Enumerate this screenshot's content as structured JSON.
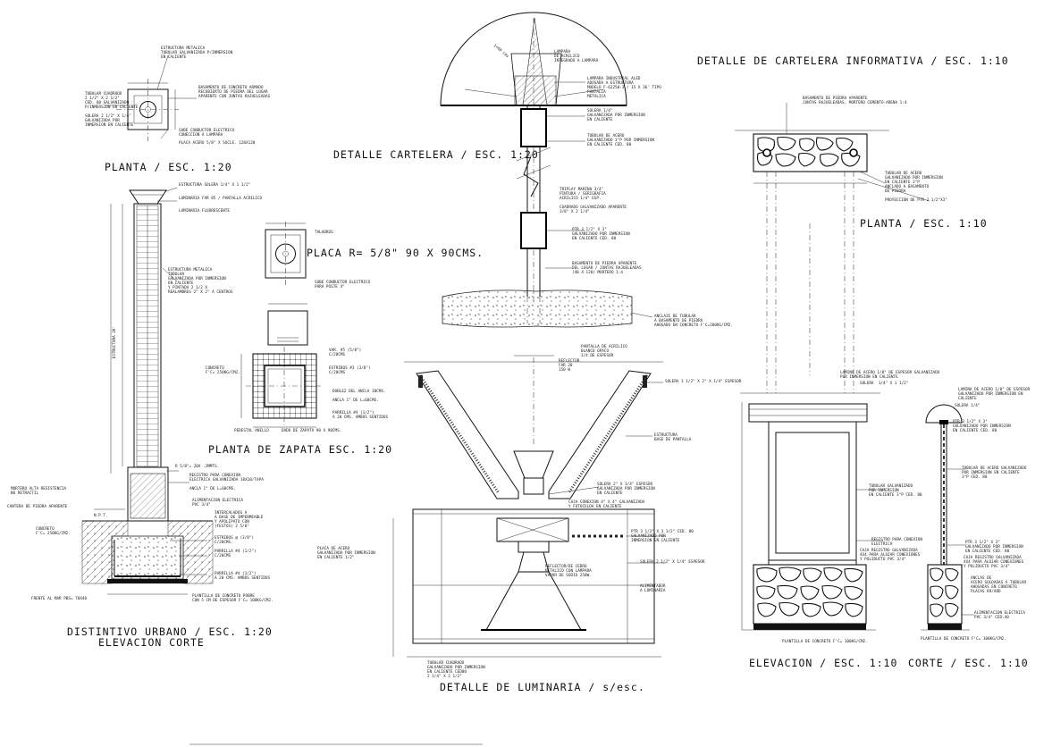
{
  "titles": {
    "planta_distintivo": "PLANTA / ESC. 1:20",
    "distintivo_line1": "DISTINTIVO URBANO / ESC.  1:20",
    "distintivo_line2": "ELEVACION CORTE",
    "placa": "PLACA R= 5/8\" 90 X 90CMS.",
    "planta_zapata": "PLANTA DE ZAPATA ESC. 1:20",
    "detalle_cartelera": "DETALLE CARTELERA / ESC. 1:20",
    "detalle_luminaria": "DETALLE DE LUMINARIA /  s/esc.",
    "detalle_cartelera_info": "DETALLE DE CARTELERA INFORMATIVA / ESC. 1:10",
    "planta_info": "PLANTA / ESC. 1:10",
    "elevacion": "ELEVACION / ESC. 1:10",
    "corte": "CORTE / ESC. 1:10"
  },
  "notes": {
    "d1": "ESTRUCTURA METALICA\nTUBULAR GALVANIZADA P/INMERSION\nEN CALIENTE",
    "d2": "BASAMENTO DE CONCRETO ARMADO\nRECUBIERTO DE PIEDRA DEL LUGAR\nAPARENTE CON JUNTAS RAJUELEADAS",
    "d3": "TUBULAR CUADRADO\n2 1/2\" X 2 1/2\"\nCED. 80 GALVANIZADO\nP/INMERSION EN CALIENTE",
    "d4": "SOLERA 2 1/2\" X 1/4\"\nGALVANIZADA POR\nINMERSION EN CALIENTE",
    "d5": "SUBE CONDUCTOR ELECTRICO\nCONECCION A LAMPARA",
    "d6": "PLACA ACERO 5/8\" X SOCLE. 120X120",
    "e1": "ESTRUCTURA SOLERA 1/4\" X 1 1/2\"",
    "e2": "LUMINARIA FAR 85 / PANTALLA ACRILICO",
    "e3": "LUMINARIA FLUORESCENTE",
    "e4": "ESTRUCTURA METALICA\nTUBULAR\nGALVANIZADA POR INMERSION\nEN CALIENTE\nY PINTADA 2 1/2 X\nREALAMBRES 2\" X 2\" A CENTROS",
    "e5": "ESTRUCTURA 20'",
    "e6": "R 5/8\"= 20X .2MMTS.",
    "e7": "REGISTRO PARA CONEXION\nELECTRICA GALVANIZADA 10X10/TAPA",
    "e8": "ANCLA 1\" DE L=60CMS.",
    "e9": "ALIMENTACION ELECTRICA\nPVC 3/4\"",
    "e10": "INTERCALADOS A\nA BASE DE IMPERMEABLE\nY APOLIPATO CON\n(FESTOS) 2 5/8\"",
    "e11": "ESTRIBOS @ (3/8\")\nC/20CMS.",
    "e12": "PARRILLA #4 (1/2\")\nC/20CMS",
    "e13": "PARRILLA #4 (1/2\")\nA 20 CMS. AMBOS SENTIDOS",
    "e14": "MORTERO ALTA RESISTENCIA\nNO RETRACTIL",
    "e15": "CANTERA DE PIEDRA APARENTE",
    "e16": "N.P.T.",
    "e17": "CONCRETO\nF'C= 250KG/CM2.",
    "e18": "FRENTE AL MAR PBS= 70X40",
    "e19": "PLANTILLA DE CONCRETO POBRE\nCON 5 CM DE ESPESOR F'C= 100KG/CM2.",
    "z1": "TALADROS",
    "z2": "SUBE CONDUCTOR ELECTRICO\nPARA POSTE 4\"",
    "z3": "VAR. #5 (5/8\")\nC/20CMS",
    "z4": "ESTRIBOS #3 (3/8\")\nC/20CMS",
    "z5": "DOBLEZ DEL ANCLA 30CMS.",
    "z6": "ANCLA 1\" DE L=60CMS.",
    "z7": "PARRILLA #4 (1/2\")\nA 20 CMS. AMBOS SENTIDOS",
    "z8": "CONCRETO\nF'C= 250KG/CM2.",
    "z9": "PEDESTAL ANILLO",
    "z10": "DADO DE ZAPATA 90 X 90CMS.",
    "c1": "LAMPARA\nDE ACRILICO\nINTEGRADO A LAMPARA",
    "c2": "LAMPARA INDUSTRIAL ALED\nADOSADA A ESTRUCTURA\nMODELO F-62250-3 / 15 X 36' TIPO\nPANTALLA\nMETALICA",
    "c3": "SOLERA 1/4\"\nGALVANIZADA POR INMERSION\nEN CALIENTE",
    "c4": "TUBULAR DE ACERO\nGALVANIZADO 3\"P POR INMERSION\nEN CALIENTE CED. 80",
    "c5": "TRIPLAY MARINO 3/4\"\nPINTURA / SERIGRAFIA\nACRILICO 1/4\" ESP.",
    "c6": "CUADRADO GALVANIZADO APARENTE\n3/8\" X 2 1/4\"",
    "c7": "PTR 3 1/2\" X 3\"\nGALVANIZADO POR INMERSION\nEN CALIENTE CED. 80",
    "c8": "BASAMENTO DE PIEDRA APARENTE\nDEL LUGAR / JUNTAS RAJUELEADAS\n(40 X 120) MORTERO 1:4",
    "c9": "ANCLAJE DE TUBULAR\nA BASAMENTO DE PIEDRA\nAHOGADO EN CONCRETO F'C=200KG/CM2.",
    "c10": "1=60 cms",
    "l1": "PANTALLA DE ACRILICO\nBLANCO OPACO\n1/4 DE ESPESOR",
    "l2": "REFLECTOR\nFAR 20\n150 W",
    "l3": "SOLERA 1 1/2\" X 2\" X 1/4\" ESPESOR",
    "l4": "ESTRUCTURA\nBASE DE PANTALLA",
    "l5": "SOLERA 2\" X 1/4\" ESPESOR\nGALVANIZADA POR INMERSION\nEN CALIENTE",
    "l6": "CAJA CONEXION 4\" X 4\" GALVANIZADA\nY FOTOCELDA EN CALIENTE",
    "l7": "PTR 3 1/2\" X 3 1/2\" CED. 80\nGALVANIZADO POR\nINMERSION EN CALIENTE",
    "l8": "PLACA DE ACERO\nGALVANIZADA POR INMERSION\nEN CALIENTE 1/2\"",
    "l9": "SOLERA 2 1/2\" X 1/4\" ESPESOR",
    "l10": "REFLECTOR/DE CEDRO\nMETALICO CON LAMPARA\nVAPOR DE SODIO 250W.",
    "l11": "ALIMENTADOR\nA LUMINARIA",
    "l12": "TUBULAR CUADRADO\nGALVANIZADO POR INMERSION\nEN CALIENTE CED80\n2 1/4\" X 2 1/2\"",
    "i1": "BASAMENTO DE PIEDRA APARENTE\nJUNTAS RAJUELEADAS, MORTERO CEMENTO-ARENA 1:4",
    "i2": "TUBULAR DE ACERO\nGALVANIZADO POR INMERSION\nEN CALIENTE 3\"P\nANCLADO A BASAMENTO\nDE PIEDRA",
    "i3": "PROYECCION DE PTR 2 1/2\"X3\"",
    "i4": "LAMINA DE ACERO 1/8\" DE ESPESOR GALVANIZADO\nPOR INMERSION EN CALIENTE",
    "i5": "SOLERA  1/4\" X 1 1/2\"",
    "i6": "TUBULAR GALVANIZADO\nPOR INMERSION\nEN CALIENTE 3\"P CED. 80",
    "i7": "REGISTRO PARA CONEXION\nELECTRICA",
    "i8": "CAJA REGISTRO GALVANIZADA\n4X4 PARA ALOJAR CONEXIONES\nY POLIDUCTO PVC 3/4\"",
    "i9": "PLANTILLA DE CONCRETO F'C= 100KG/CM2.",
    "k1": "LAMINA DE ACERO 1/8\" DE ESPESOR\nGALVANIZADO POR INMERSION EN\nCALIENTE",
    "k2": "SOLERA 1/4\"",
    "k3": "PTR 3 1/2\" X 3\"\nGALVANIZADO POR INMERSION\nEN CALIENTE CED. 80",
    "k4": "TUBULAR DE ACERO GALVANIZADO\nPOR INMERSION EN CALIENTE\n3\"P CED. 80",
    "k5": "PTR 3 1/2\" X 3\"\nGALVANIZADO POR INMERSION\nEN CALIENTE CED. 80",
    "k6": "CAJA REGISTRO GALVANIZADA\n4X4 PARA ALOJAR CONEXIONES\nY POLIDUCTO PVC 3/4\"",
    "k7": "ANCLAS DE\nACERO SOLDADAS A TUBULAR\nAHOGADAS EN CONCRETO\nPLACAS R9/ARD",
    "k8": "ALIMENTACION ELECTRICA\nPVC 3/4\" CED.40",
    "k9": "PLANTILLA DE CONCRETO F'C= 100KG/CM2."
  }
}
